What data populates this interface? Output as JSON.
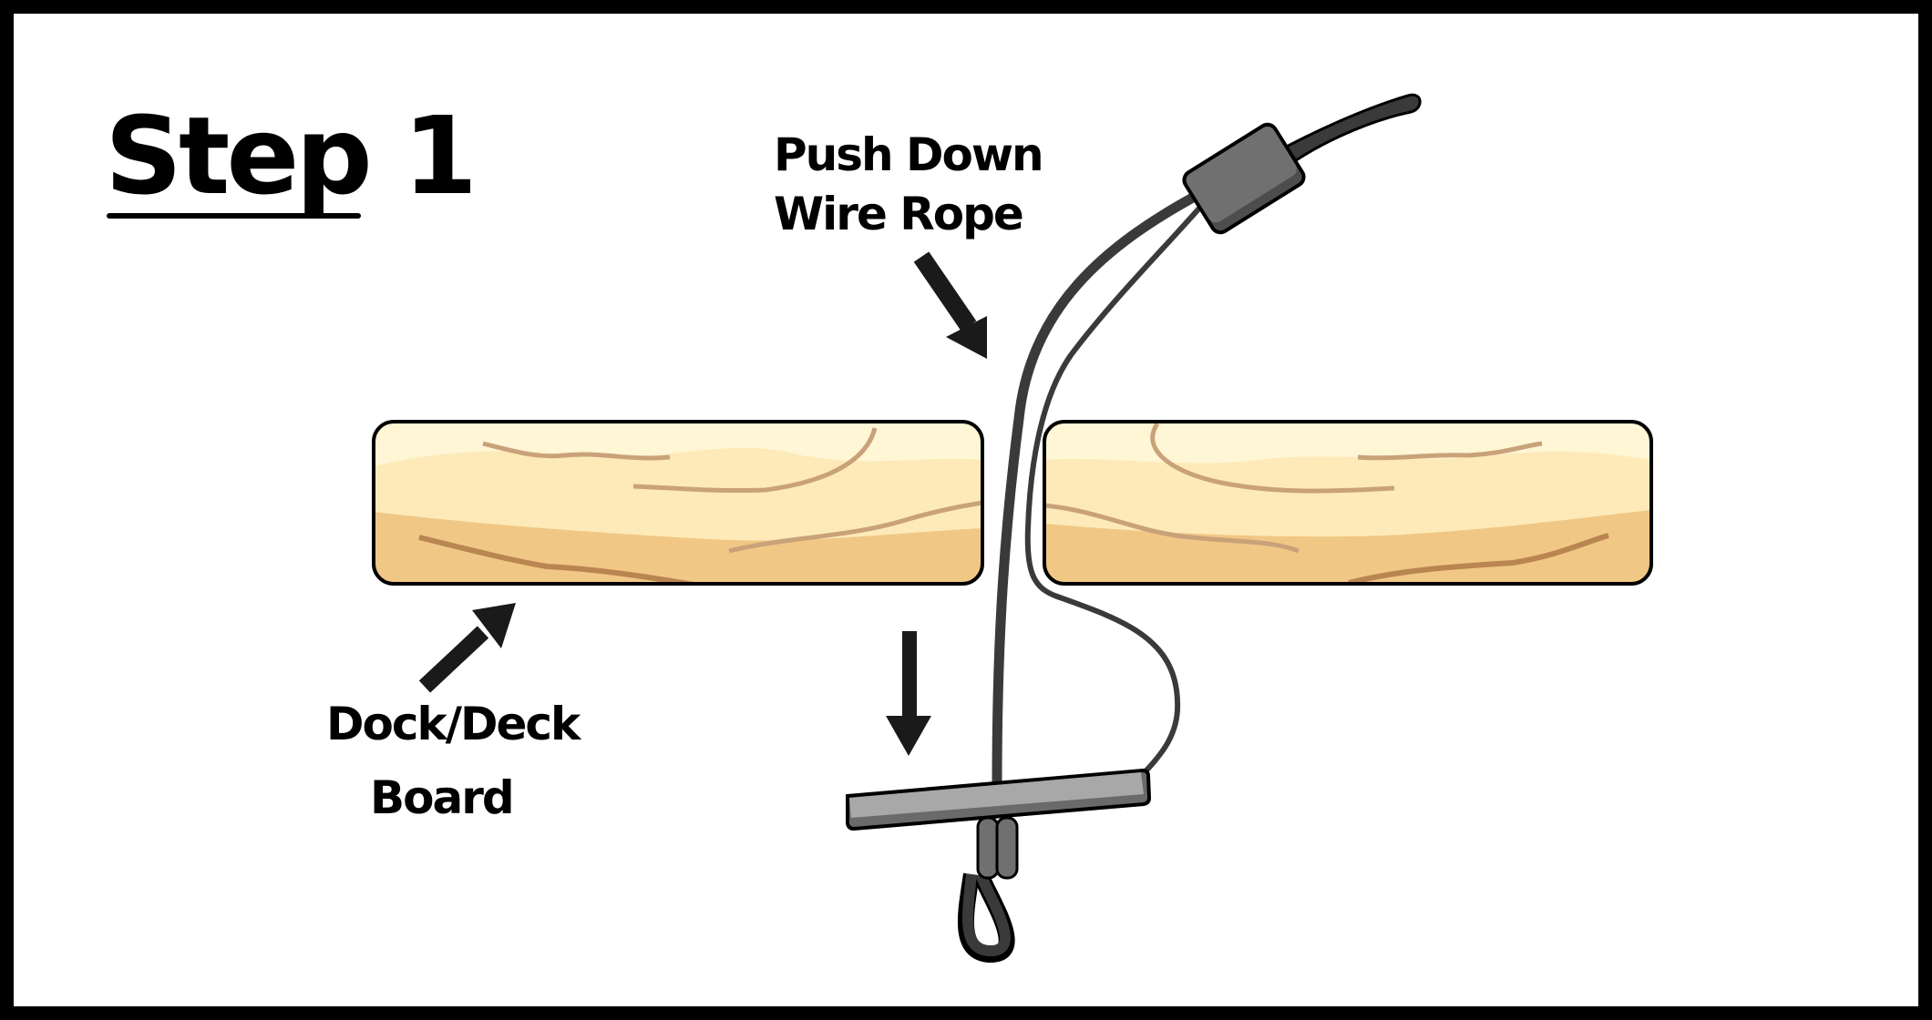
{
  "title": "Step 1",
  "labels": {
    "push_down_line1": "Push Down",
    "push_down_line2": "Wire Rope",
    "board_line1": "Dock/Deck",
    "board_line2": "Board"
  },
  "colors": {
    "frame": "#000000",
    "background": "#ffffff",
    "wood_light": "#fff6d5",
    "wood_mid": "#fdeab8",
    "wood_dark": "#f1c785",
    "grain_light": "#c9a27a",
    "grain_dark": "#b98550",
    "rope": "#3a3a3a",
    "clamp": "#707070",
    "clamp_shadow": "#4d4d4d",
    "toggle_bar": "#a8a8a8",
    "toggle_bar_shadow": "#6a6a6a",
    "arrow": "#1a1a1a"
  }
}
